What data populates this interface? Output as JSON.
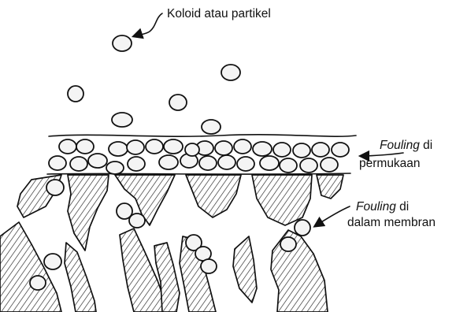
{
  "labels": {
    "colloid": "Koloid atau partikel",
    "surface_line1_italic": "Fouling",
    "surface_line1_rest": " di",
    "surface_line2": "permukaan",
    "internal_line1_italic": "Fouling",
    "internal_line1_rest": " di",
    "internal_line2": "dalam membran"
  },
  "colors": {
    "ink": "#111111",
    "particle_fill": "#f4f4f4",
    "background": "#ffffff"
  }
}
